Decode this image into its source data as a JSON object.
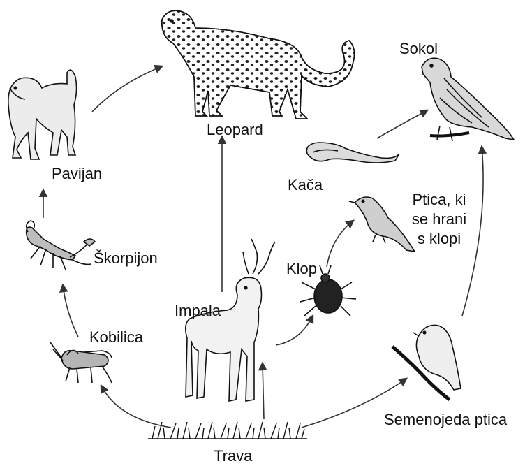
{
  "labels": {
    "leopard": "Leopard",
    "sokol": "Sokol",
    "pavijan": "Pavijan",
    "kaca": "Kača",
    "ptica_klopi": [
      "Ptica, ki",
      "se hrani",
      "s klopi"
    ],
    "skorpijon": "Škorpijon",
    "klop": "Klop",
    "impala": "Impala",
    "kobilica": "Kobilica",
    "semenojeda": "Semenojeda ptica",
    "trava": "Trava"
  },
  "colors": {
    "ink": "#111111",
    "fill": "#e8e8e8",
    "arrow": "#333333"
  },
  "icons": [
    "leopard-icon",
    "falcon-icon",
    "baboon-icon",
    "snake-icon",
    "tick-bird-icon",
    "scorpion-icon",
    "tick-icon",
    "impala-icon",
    "grasshopper-icon",
    "seed-bird-icon",
    "grass-icon"
  ]
}
